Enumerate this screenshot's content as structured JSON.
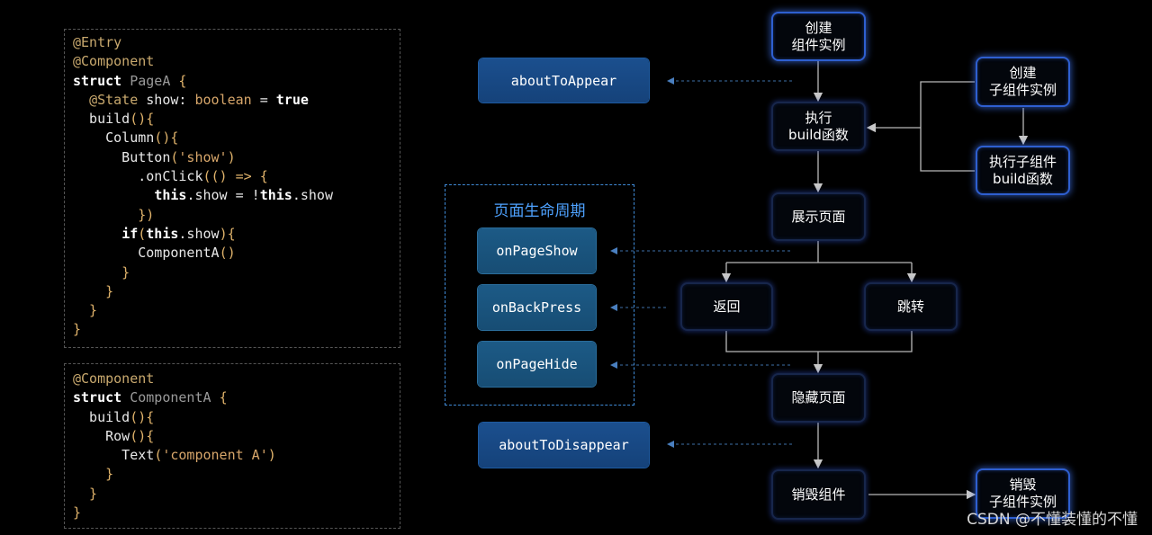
{
  "code_block_1": {
    "lines": [
      [
        {
          "t": "@Entry",
          "c": "ann"
        }
      ],
      [
        {
          "t": "@Component",
          "c": "ann"
        }
      ],
      [
        {
          "t": "struct ",
          "c": "kw"
        },
        {
          "t": "PageA ",
          "c": "typ"
        },
        {
          "t": "{",
          "c": "par"
        }
      ],
      [
        {
          "t": "  "
        },
        {
          "t": "@State",
          "c": "ann"
        },
        {
          "t": " show: "
        },
        {
          "t": "boolean",
          "c": "str"
        },
        {
          "t": " = "
        },
        {
          "t": "true",
          "c": "kw"
        }
      ],
      [
        {
          "t": "  build"
        },
        {
          "t": "(){",
          "c": "par"
        }
      ],
      [
        {
          "t": "    Column"
        },
        {
          "t": "(){",
          "c": "par"
        }
      ],
      [
        {
          "t": "      Button"
        },
        {
          "t": "(",
          "c": "par"
        },
        {
          "t": "'show'",
          "c": "str"
        },
        {
          "t": ")",
          "c": "par"
        }
      ],
      [
        {
          "t": "        .onClick"
        },
        {
          "t": "(() => {",
          "c": "par"
        }
      ],
      [
        {
          "t": "          "
        },
        {
          "t": "this",
          "c": "kw"
        },
        {
          "t": ".show = !"
        },
        {
          "t": "this",
          "c": "kw"
        },
        {
          "t": ".show"
        }
      ],
      [
        {
          "t": "        })",
          "c": "par"
        }
      ],
      [
        {
          "t": "      "
        },
        {
          "t": "if",
          "c": "kw"
        },
        {
          "t": "(",
          "c": "par"
        },
        {
          "t": "this",
          "c": "kw"
        },
        {
          "t": ".show"
        },
        {
          "t": "){",
          "c": "par"
        }
      ],
      [
        {
          "t": "        ComponentA"
        },
        {
          "t": "()",
          "c": "par"
        }
      ],
      [
        {
          "t": "      }",
          "c": "par"
        }
      ],
      [
        {
          "t": "    }",
          "c": "par"
        }
      ],
      [
        {
          "t": "  }",
          "c": "par"
        }
      ],
      [
        {
          "t": "}",
          "c": "par"
        }
      ]
    ]
  },
  "code_block_2": {
    "lines": [
      [
        {
          "t": "@Component",
          "c": "ann"
        }
      ],
      [
        {
          "t": "struct ",
          "c": "kw"
        },
        {
          "t": "ComponentA ",
          "c": "typ"
        },
        {
          "t": "{",
          "c": "par"
        }
      ],
      [
        {
          "t": "  build"
        },
        {
          "t": "(){",
          "c": "par"
        }
      ],
      [
        {
          "t": "    Row"
        },
        {
          "t": "(){",
          "c": "par"
        }
      ],
      [
        {
          "t": "      Text"
        },
        {
          "t": "(",
          "c": "par"
        },
        {
          "t": "'component A'",
          "c": "str"
        },
        {
          "t": ")",
          "c": "par"
        }
      ],
      [
        {
          "t": "    }",
          "c": "par"
        }
      ],
      [
        {
          "t": "  }",
          "c": "par"
        }
      ],
      [
        {
          "t": "}",
          "c": "par"
        }
      ]
    ]
  },
  "hooks": {
    "about_to_appear": "aboutToAppear",
    "about_to_disappear": "aboutToDisappear"
  },
  "page_lifecycle": {
    "title": "页面生命周期",
    "on_page_show": "onPageShow",
    "on_back_press": "onBackPress",
    "on_page_hide": "onPageHide"
  },
  "flow": {
    "create_instance": [
      "创建",
      "组件实例"
    ],
    "run_build": [
      "执行",
      "build函数"
    ],
    "show_page": "展示页面",
    "back": "返回",
    "jump": "跳转",
    "hide_page": "隐藏页面",
    "destroy": "销毁组件",
    "create_child": [
      "创建",
      "子组件实例"
    ],
    "run_child_build": [
      "执行子组件",
      "build函数"
    ],
    "destroy_child": [
      "销毁",
      "子组件实例"
    ]
  },
  "colors": {
    "accent_blue": "#4ea2ff",
    "pill_blue": "#1b4f8e",
    "node_glow": "#2e5fd0"
  },
  "watermark": "CSDN @不懂装懂的不懂"
}
